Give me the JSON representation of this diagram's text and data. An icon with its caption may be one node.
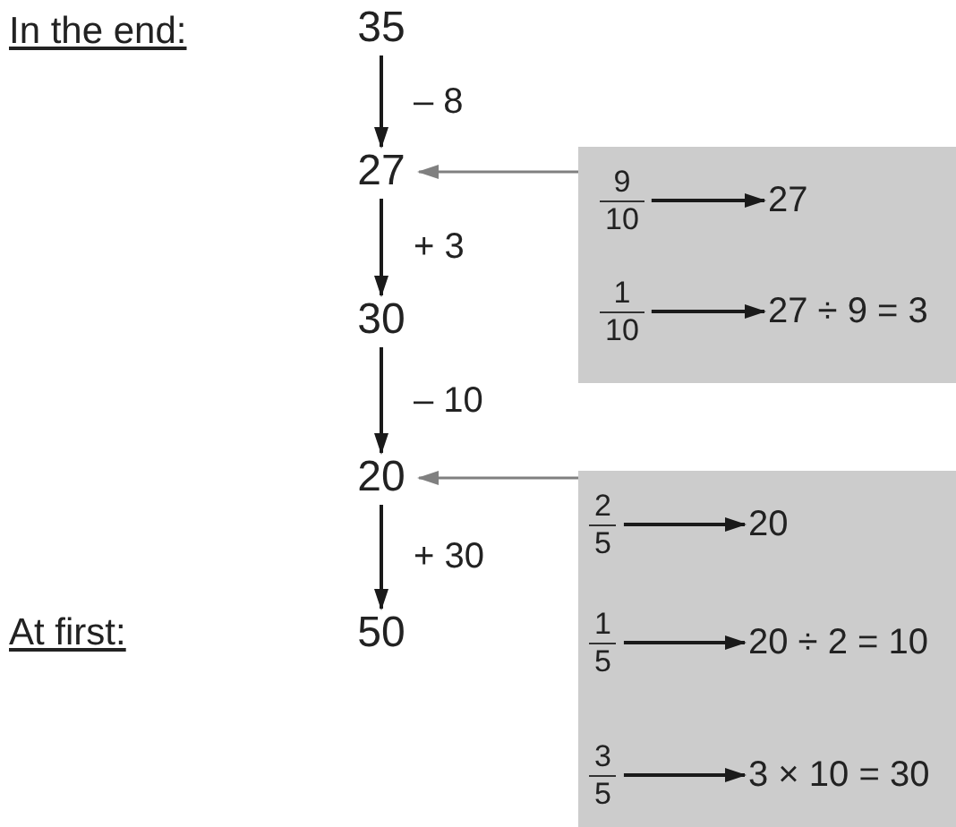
{
  "diagram": {
    "nodes": [
      {
        "text": [
          "35"
        ]
      },
      {
        "text": [
          "27"
        ]
      },
      {
        "text": [
          "30"
        ]
      },
      {
        "text": [
          "20"
        ]
      },
      {
        "text": [
          "50"
        ]
      },
      {
        "text": [],
        "shape": "box"
      },
      {
        "text": [
          "9",
          "10"
        ],
        "in": 5
      },
      {
        "text": [
          "27"
        ],
        "in": 5
      },
      {
        "text": [
          "1",
          "10"
        ],
        "in": 5
      },
      {
        "text": [
          "27 ÷ 9 = 3"
        ],
        "in": 5
      },
      {
        "text": [],
        "shape": "box"
      },
      {
        "text": [
          "2",
          "5"
        ],
        "in": 10
      },
      {
        "text": [
          "20"
        ],
        "in": 10
      },
      {
        "text": [
          "1",
          "5"
        ],
        "in": 10
      },
      {
        "text": [
          "20 ÷ 2 = 10"
        ],
        "in": 10
      },
      {
        "text": [
          "3",
          "5"
        ],
        "in": 10
      },
      {
        "text": [
          "3 × 10 = 30"
        ],
        "in": 10
      }
    ],
    "edges": [
      {
        "from": 0,
        "to": 1,
        "arrow": "to",
        "label": "– 8"
      },
      {
        "from": 1,
        "to": 2,
        "arrow": "to",
        "label": "+ 3"
      },
      {
        "from": 2,
        "to": 3,
        "arrow": "to",
        "label": "– 10"
      },
      {
        "from": 3,
        "to": 4,
        "arrow": "to",
        "label": "+ 30"
      },
      {
        "from": 5,
        "to": 1,
        "arrow": "to",
        "color": "#808080"
      },
      {
        "from": 6,
        "to": 7,
        "arrow": "to"
      },
      {
        "from": 8,
        "to": 9,
        "arrow": "to"
      },
      {
        "from": 10,
        "to": 3,
        "arrow": "to",
        "color": "#808080"
      },
      {
        "from": 11,
        "to": 12,
        "arrow": "to"
      },
      {
        "from": 13,
        "to": 14,
        "arrow": "to"
      },
      {
        "from": 15,
        "to": 16,
        "arrow": "to"
      }
    ],
    "labels": [
      "In the end:",
      "At first:"
    ]
  }
}
